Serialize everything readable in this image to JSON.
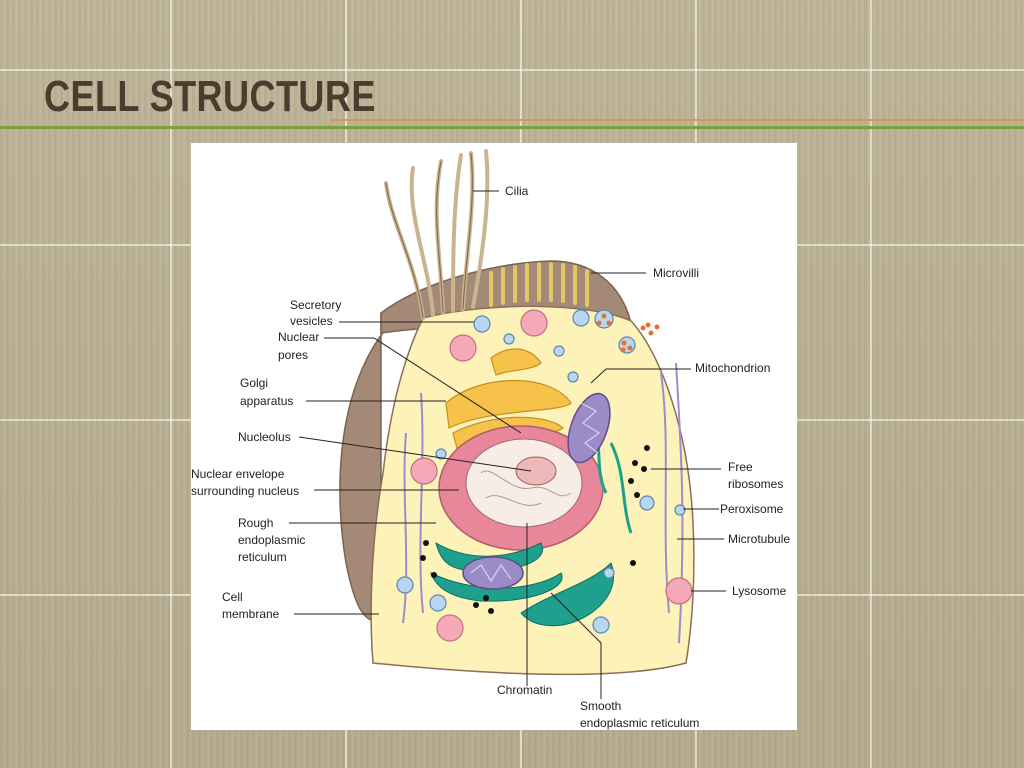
{
  "slide": {
    "title": "CELL STRUCTURE"
  },
  "diagram": {
    "labels": {
      "cilia": "Cilia",
      "microvilli": "Microvilli",
      "secretory_vesicles": [
        "Secretory",
        "vesicles"
      ],
      "nuclear_pores": [
        "Nuclear",
        "pores"
      ],
      "golgi_apparatus": [
        "Golgi",
        "apparatus"
      ],
      "nucleolus": "Nucleolus",
      "nuclear_envelope": [
        "Nuclear envelope",
        "surrounding nucleus"
      ],
      "rough_er": [
        "Rough",
        "endoplasmic",
        "reticulum"
      ],
      "cell_membrane": [
        "Cell",
        "membrane"
      ],
      "mitochondrion": "Mitochondrion",
      "free_ribosomes": [
        "Free",
        "ribosomes"
      ],
      "peroxisome": "Peroxisome",
      "microtubule": "Microtubule",
      "lysosome": "Lysosome",
      "chromatin": "Chromatin",
      "smooth_er": [
        "Smooth",
        "endoplasmic reticulum"
      ]
    }
  },
  "colors": {
    "background": "#b9ae92",
    "title": "#4d3b2f",
    "accent_green": "#77a33a",
    "accent_orange": "#d6955b",
    "cytoplasm": "#fdf3b8",
    "membrane": "#a48a76",
    "golgi": "#f6c24a",
    "nucleus_envelope": "#e9879a",
    "rough_er": "#1fa08f",
    "mitochondrion": "#9b8cc7",
    "lysosome": "#f5a9b8",
    "vesicle": "#b8d6f0"
  }
}
